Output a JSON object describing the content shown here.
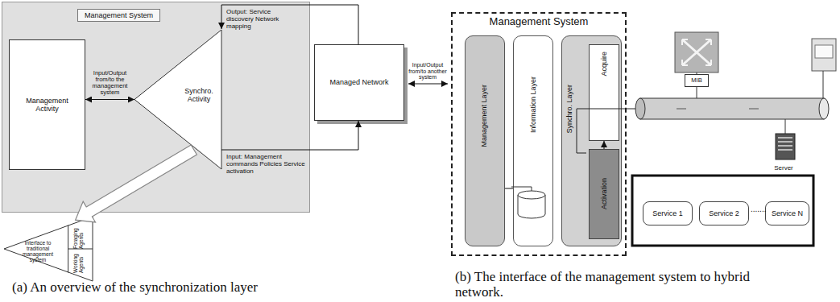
{
  "diagram": {
    "nodes": [
      {
        "text": [
          "Management System"
        ]
      },
      {
        "text": [
          "Management Activity"
        ],
        "in": 0
      },
      {
        "text": [
          "Synchro. Activity"
        ],
        "in": 0
      },
      {
        "text": [
          "Managed Network"
        ]
      },
      {
        "text": [
          "Interface to traditional management system",
          "Foraging Agents",
          "Working Agents"
        ]
      },
      {
        "text": [
          "Management System"
        ]
      },
      {
        "text": [
          "Management Layer"
        ],
        "in": 5
      },
      {
        "text": [
          "Information Layer"
        ],
        "in": 5
      },
      {
        "text": [
          "Synchro. Layer"
        ],
        "in": 5
      },
      {
        "text": [
          "Acquire"
        ],
        "in": 8
      },
      {
        "text": [
          "Activation"
        ],
        "in": 8
      },
      {
        "text": [
          "MIB"
        ]
      },
      {
        "text": [
          "Server"
        ]
      },
      {
        "text": [
          "Service 1"
        ]
      },
      {
        "text": [
          "Service 2"
        ]
      },
      {
        "text": [
          "Service N"
        ]
      }
    ],
    "edges": [
      {
        "from": 1,
        "to": 2,
        "arrow": "both",
        "label": "Input/Output from/to the management system"
      },
      {
        "from": 3,
        "to": 2,
        "arrow": "to",
        "label": "Output: Service discovery Network mapping"
      },
      {
        "from": 2,
        "to": 3,
        "arrow": "to",
        "label": "Input: Management commands Policies Service activation"
      },
      {
        "from": 2,
        "to": 4,
        "arrow": "to"
      },
      {
        "from": 6,
        "to": 7,
        "arrow": "none"
      },
      {
        "from": 10,
        "to": 9,
        "arrow": "to"
      }
    ],
    "labels": [
      "Input/Output from/to another system",
      ".......",
      "(a) An overview of the synchronization layer",
      "(b) The interface of the management system to hybrid network."
    ]
  }
}
